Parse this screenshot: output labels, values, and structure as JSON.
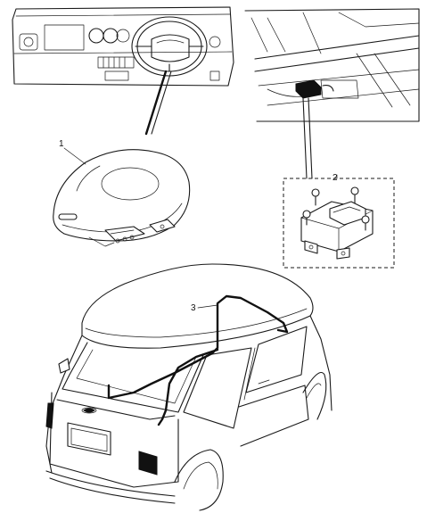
{
  "callouts": {
    "airbag_module": "1",
    "control_unit": "2",
    "harness": "3"
  }
}
